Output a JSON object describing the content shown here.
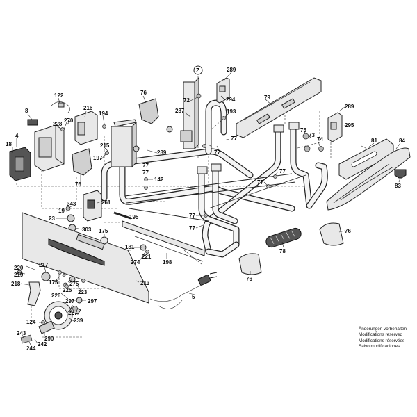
{
  "callouts": {
    "n289a": "289",
    "nZ": "Z",
    "n294": "294",
    "n72": "72",
    "n287": "287",
    "n76a": "76",
    "n79": "79",
    "n289b": "289",
    "n295": "295",
    "n193": "193",
    "n77a": "77",
    "n77b": "77",
    "n77c": "77",
    "n77d": "77",
    "n77e": "77",
    "n77f": "77",
    "n77g": "77",
    "n77h": "77",
    "n122": "122",
    "n8": "8",
    "n216": "216",
    "n194": "194",
    "n270": "270",
    "n228": "228",
    "n4": "4",
    "n18": "18",
    "n215": "215",
    "n197": "197",
    "n289c": "289",
    "n76b": "76",
    "n142": "142",
    "n75": "75",
    "n73": "73",
    "n74": "74",
    "n81": "81",
    "n84": "84",
    "n83": "83",
    "n261": "261",
    "n343": "343",
    "n19": "19",
    "n23": "23",
    "n303": "303",
    "n195": "195",
    "n175a": "175",
    "n181": "181",
    "n221": "221",
    "n274": "274",
    "n198": "198",
    "n78": "78",
    "n76c": "76",
    "n76d": "76",
    "n220": "220",
    "n217": "217",
    "n219": "219",
    "n218": "218",
    "n175b": "175",
    "n225": "225",
    "n275": "275",
    "n223": "223",
    "n213": "213",
    "n5": "5",
    "n226": "226",
    "n297a": "297",
    "n297b": "297",
    "n227": "227",
    "n124": "124",
    "n239": "239",
    "n243": "243",
    "n290": "290",
    "n244": "244",
    "n242": "242"
  },
  "notes": {
    "de": "Änderungen vorbehalten",
    "en": "Modifications reserved",
    "fr": "Modifications réservées",
    "es": "Salvo modificaciones"
  }
}
